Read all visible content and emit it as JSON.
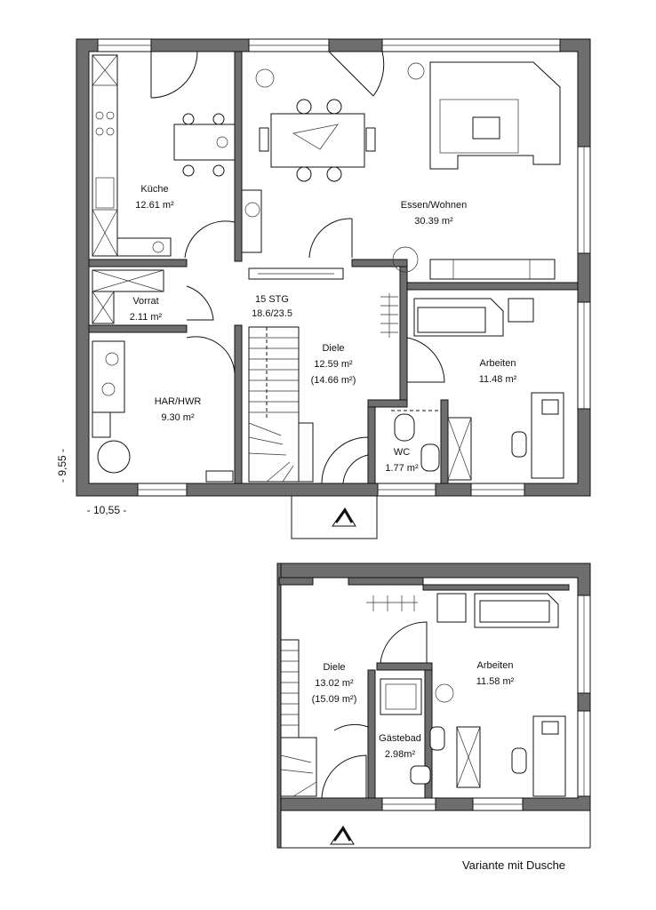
{
  "main_plan": {
    "rooms": [
      {
        "name": "Küche",
        "area": "12.61 m²"
      },
      {
        "name": "Essen/Wohnen",
        "area": "30.39 m²"
      },
      {
        "name": "Vorrat",
        "area": "2.11 m²"
      },
      {
        "name": "Diele",
        "area": "12.59 m²",
        "extra": "(14.66 m²)"
      },
      {
        "name": "Arbeiten",
        "area": "11.48 m²"
      },
      {
        "name": "HAR/HWR",
        "area": "9.30 m²"
      },
      {
        "name": "WC",
        "area": "1.77 m²"
      }
    ],
    "stairs": {
      "label": "15 STG",
      "dimension": "18.6/23.5"
    },
    "dimension_width": "- 10,55 -",
    "dimension_height": "- 9,55 -"
  },
  "variant_plan": {
    "rooms": [
      {
        "name": "Diele",
        "area": "13.02 m²",
        "extra": "(15.09 m²)"
      },
      {
        "name": "Arbeiten",
        "area": "11.58 m²"
      },
      {
        "name": "Gästebad",
        "area": "2.98m²"
      }
    ],
    "caption": "Variante mit Dusche"
  }
}
